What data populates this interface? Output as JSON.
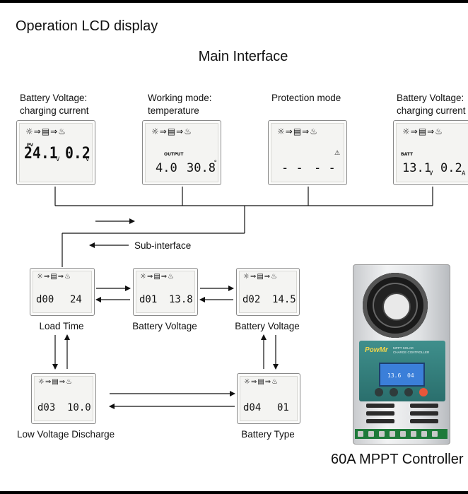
{
  "header": {
    "title": "Operation LCD display",
    "subtitle": "Main Interface"
  },
  "main_interface": [
    {
      "caption": "Battery Voltage:\ncharging current",
      "tag": "PV",
      "left": "24.1",
      "left_unit": "V",
      "right": "0.2",
      "right_unit": "V"
    },
    {
      "caption": "Working mode:\ntemperature",
      "tag": "OUTPUT",
      "left": "4.0",
      "right": "30.8",
      "right_unit": "°"
    },
    {
      "caption": "Protection mode",
      "left": "- -",
      "right": "- -"
    },
    {
      "caption": "Battery Voltage:\ncharging current",
      "tag": "BATT",
      "left": "13.1",
      "left_unit": "V",
      "right": "0.2",
      "right_unit": "A"
    }
  ],
  "sub_interface": {
    "label": "Sub-interface",
    "screens": [
      {
        "label": "Load Time",
        "code": "d00",
        "value": "24"
      },
      {
        "label": "Battery Voltage",
        "code": "d01",
        "value": "13.8"
      },
      {
        "label": "Battery Voltage",
        "code": "d02",
        "value": "14.5"
      },
      {
        "label": "Low Voltage Discharge",
        "code": "d03",
        "value": "10.0"
      },
      {
        "label": "Battery Type",
        "code": "d04",
        "value": "01"
      }
    ]
  },
  "lcd_icons": "☼⇒▤⇒♨",
  "device": {
    "brand": "PowMr",
    "brand_sub": "MPPT SOLAR\nCHARGE CONTROLLER",
    "screen_left": "13.6",
    "screen_right": "04",
    "product_label": "60A MPPT Controller"
  },
  "colors": {
    "panel_teal": "#2f7a77",
    "screen_blue": "#3b7fd9",
    "brand_yellow": "#f1d54a",
    "terminal_green": "#1f7a3a"
  }
}
